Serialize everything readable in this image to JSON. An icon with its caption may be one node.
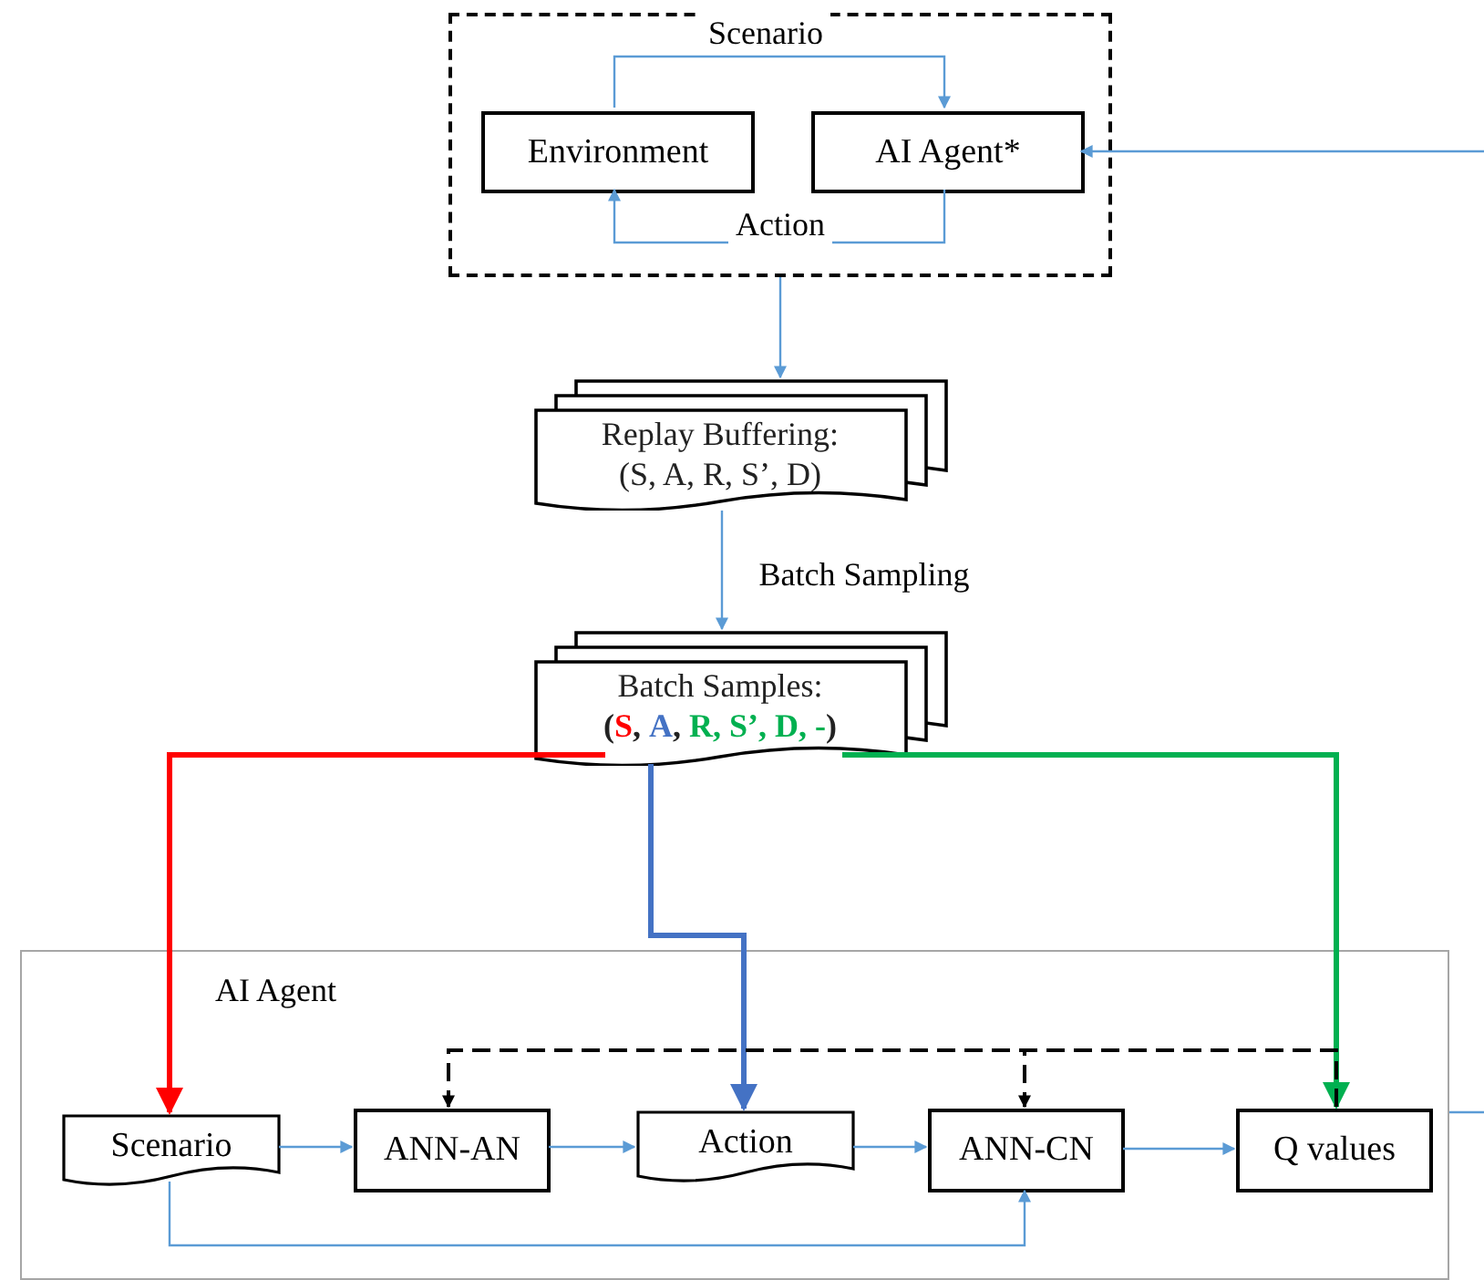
{
  "diagram": {
    "nodes": [
      {
        "text": [],
        "shape": "box"
      },
      {
        "text": [
          "Environment"
        ],
        "in": 0
      },
      {
        "text": [
          "AI Agent*"
        ],
        "in": 0
      },
      {
        "text": [
          "Replay Buffering: (S, A, R, S’, D)"
        ]
      },
      {
        "text": [
          "Batch Samples:",
          "(**S**, **A**, **R, S’, D, -**)"
        ]
      },
      {
        "text": [
          "AI Agent"
        ]
      },
      {
        "text": [
          "Scenario"
        ],
        "in": 5
      },
      {
        "text": [
          "ANN-AN"
        ],
        "in": 5
      },
      {
        "text": [
          "Action"
        ],
        "in": 5
      },
      {
        "text": [
          "ANN-CN"
        ],
        "in": 5
      },
      {
        "text": [
          "Q values"
        ],
        "in": 5
      }
    ],
    "edges": [
      {
        "from": 1,
        "to": 2,
        "arrow": "to",
        "label": "Scenario"
      },
      {
        "from": 2,
        "to": 1,
        "arrow": "to",
        "label": "Action"
      },
      {
        "from": null,
        "to": 2,
        "arrow": "to"
      },
      {
        "from": 0,
        "to": 3,
        "arrow": "to"
      },
      {
        "from": 3,
        "to": 4,
        "arrow": "to",
        "label": "Batch Sampling"
      },
      {
        "from": 4,
        "to": 6,
        "arrow": "to",
        "style": "thick",
        "color": "#ff0000"
      },
      {
        "from": 4,
        "to": 8,
        "arrow": "to",
        "style": "thick",
        "color": "#4472c4"
      },
      {
        "from": 4,
        "to": 10,
        "arrow": "to",
        "style": "thick",
        "color": "#00b050"
      },
      {
        "from": 6,
        "to": 7,
        "arrow": "to"
      },
      {
        "from": 7,
        "to": 8,
        "arrow": "to"
      },
      {
        "from": 8,
        "to": 9,
        "arrow": "to"
      },
      {
        "from": 9,
        "to": 10,
        "arrow": "to"
      },
      {
        "from": 6,
        "to": 9,
        "arrow": "to"
      },
      {
        "from": 10,
        "to": 7,
        "arrow": "to",
        "style": "dashed",
        "color": "#000000"
      },
      {
        "from": 10,
        "to": 9,
        "arrow": "to",
        "style": "dashed",
        "color": "#000000"
      },
      {
        "from": 5,
        "to": null,
        "arrow": "none"
      }
    ]
  }
}
